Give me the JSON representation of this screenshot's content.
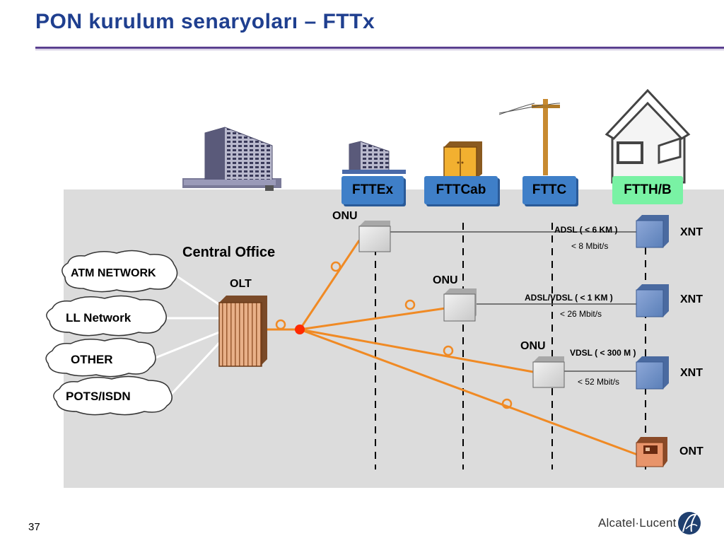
{
  "slide": {
    "title": "PON kurulum senaryoları – FTTx",
    "page_number": "37",
    "brand": "Alcatel·Lucent"
  },
  "categories": [
    {
      "label": "FTTEx",
      "color": "#3f7fc8"
    },
    {
      "label": "FTTCab",
      "color": "#3f7fc8"
    },
    {
      "label": "FTTC",
      "color": "#3f7fc8"
    },
    {
      "label": "FTTH/B",
      "color": "#79f2a4"
    }
  ],
  "central_office": {
    "label": "Central Office",
    "olt_label": "OLT"
  },
  "networks": [
    {
      "label": "ATM NETWORK"
    },
    {
      "label": "LL Network"
    },
    {
      "label": "OTHER"
    },
    {
      "label": "POTS/ISDN"
    }
  ],
  "onu_labels": [
    "ONU",
    "ONU",
    "ONU"
  ],
  "links": [
    {
      "tech": "ADSL ( < 6 KM )",
      "rate": "< 8 Mbit/s",
      "end": "XNT"
    },
    {
      "tech": "ADSL/VDSL ( < 1 KM )",
      "rate": "< 26 Mbit/s",
      "end": "XNT"
    },
    {
      "tech": "VDSL ( < 300 M )",
      "rate": "< 52 Mbit/s",
      "end": "XNT"
    },
    {
      "tech": "",
      "rate": "",
      "end": "ONT"
    }
  ],
  "colors": {
    "title": "#1f3f8f",
    "fiber": "#f08a24",
    "splitter": "#ff2a00",
    "diagram_bg": "#dcdcdc",
    "ftth_box": "#79f2a4",
    "cat_box": "#3f7fc8"
  }
}
